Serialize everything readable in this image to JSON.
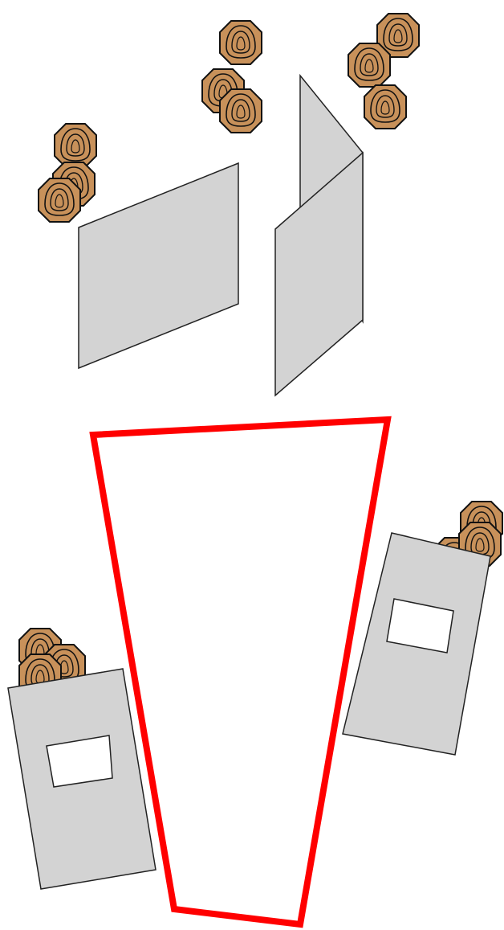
{
  "stage": {
    "description_hidden": "",
    "colors": {
      "background": "#ffffff",
      "wall_fill": "#d3d3d3",
      "wall_stroke": "#222222",
      "target_fill": "#c8915a",
      "target_stroke": "#111111",
      "box_stroke": "#ff0000",
      "port_fill": "#ffffff"
    },
    "elements": {
      "target_groups": [
        "target-group-left",
        "target-group-top-center",
        "target-group-top-right",
        "target-group-mid-right",
        "target-group-bottom-left"
      ],
      "walls": [
        "wall-left-panel",
        "wall-angled-upper",
        "wall-angled-lower"
      ],
      "barrels_with_ports": [
        "barricade-right",
        "barricade-bottom-left"
      ],
      "shooting_area": "shooting-box"
    },
    "icons": {
      "target": "cardboard-target-icon"
    }
  }
}
